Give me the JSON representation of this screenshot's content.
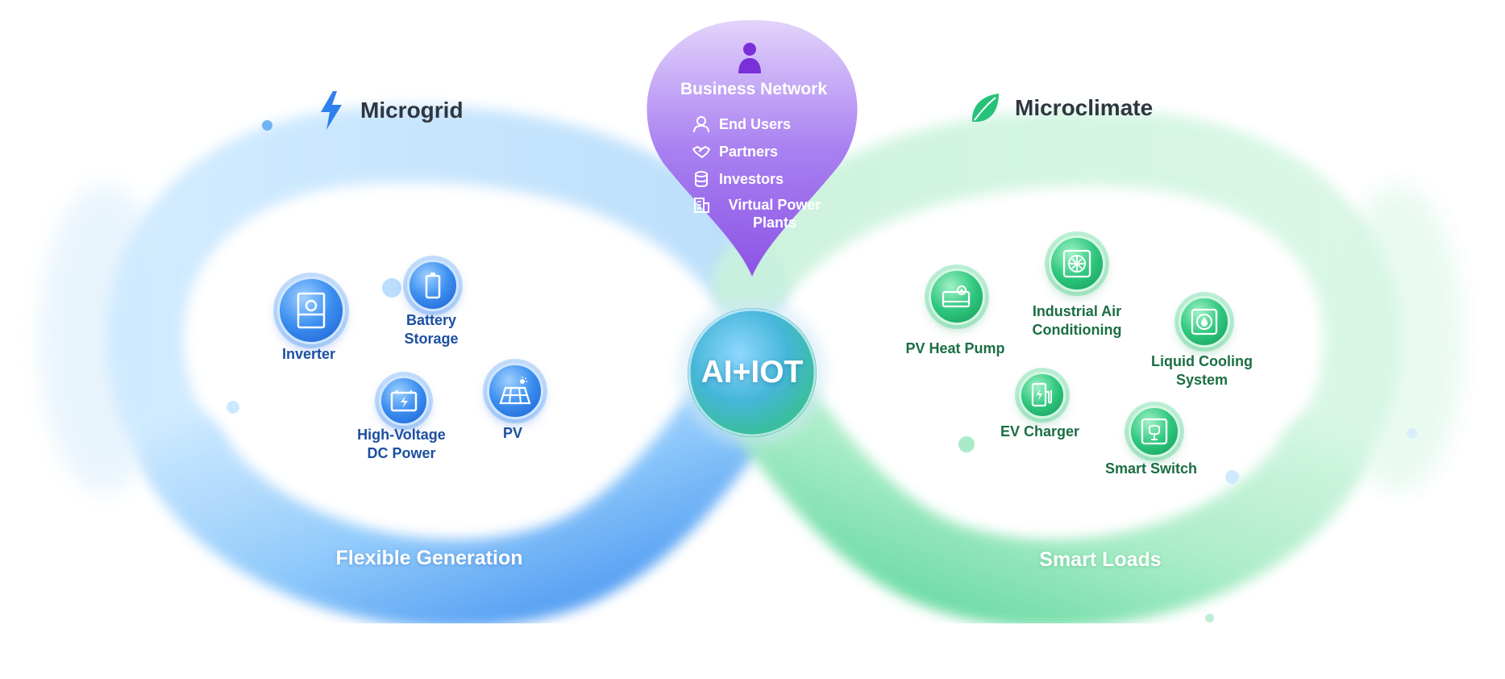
{
  "center": {
    "label": "AI+IOT"
  },
  "microgrid": {
    "title": "Microgrid",
    "icon": "lightning-bolt-icon",
    "band_label": "Flexible Generation",
    "accent": "#2f80ed",
    "nodes": [
      {
        "label": "Inverter",
        "icon": "inverter-icon"
      },
      {
        "label": "Battery\nStorage",
        "icon": "battery-icon"
      },
      {
        "label": "High-Voltage\nDC Power",
        "icon": "dc-power-icon"
      },
      {
        "label": "PV",
        "icon": "solar-panel-icon"
      }
    ]
  },
  "microclimate": {
    "title": "Microclimate",
    "icon": "leaf-icon",
    "band_label": "Smart Loads",
    "accent": "#27c27a",
    "nodes": [
      {
        "label": "PV Heat Pump",
        "icon": "heat-pump-icon"
      },
      {
        "label": "Industrial Air\nConditioning",
        "icon": "air-conditioning-icon"
      },
      {
        "label": "Liquid Cooling\nSystem",
        "icon": "liquid-cooling-icon"
      },
      {
        "label": "EV Charger",
        "icon": "ev-charger-icon"
      },
      {
        "label": "Smart Switch",
        "icon": "smart-switch-icon"
      }
    ]
  },
  "business_network": {
    "title": "Business Network",
    "icon": "person-icon",
    "accent": "#8a4fe6",
    "items": [
      {
        "label": "End Users",
        "icon": "user-outline-icon"
      },
      {
        "label": "Partners",
        "icon": "handshake-icon"
      },
      {
        "label": "Investors",
        "icon": "coins-icon"
      },
      {
        "label": "Virtual Power\nPlants",
        "icon": "building-icon"
      }
    ]
  }
}
